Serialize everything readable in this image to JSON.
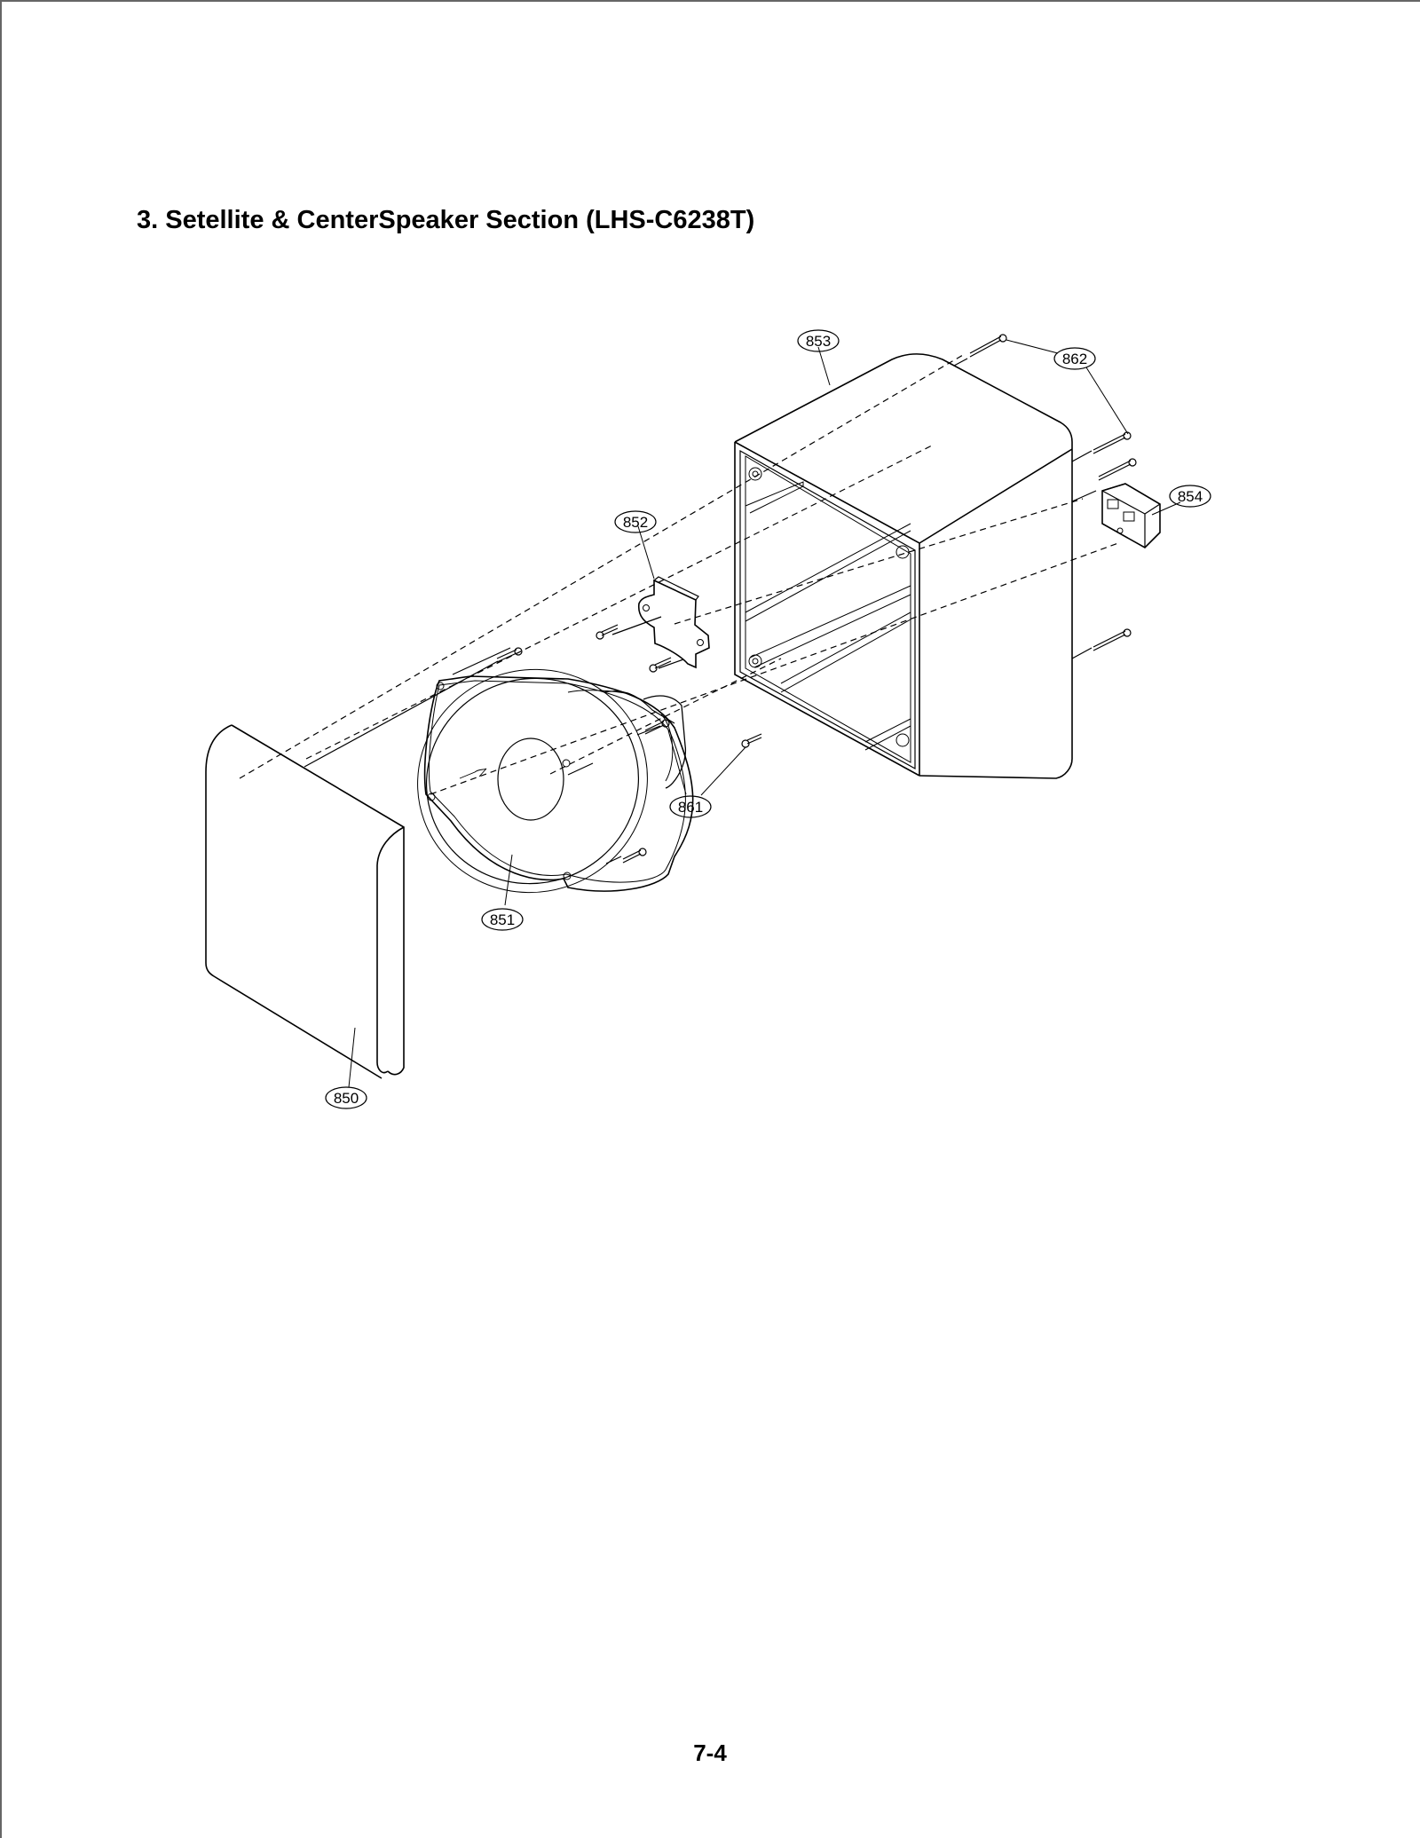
{
  "page": {
    "title": "3. Setellite & CenterSpeaker Section (LHS-C6238T)",
    "page_number": "7-4"
  },
  "diagram": {
    "type": "exploded-view",
    "parts": [
      {
        "id": "850",
        "label": "850",
        "description": "front grille"
      },
      {
        "id": "851",
        "label": "851",
        "description": "speaker driver"
      },
      {
        "id": "852",
        "label": "852",
        "description": "bracket plate"
      },
      {
        "id": "853",
        "label": "853",
        "description": "cabinet enclosure"
      },
      {
        "id": "854",
        "label": "854",
        "description": "terminal connector"
      },
      {
        "id": "861",
        "label": "861",
        "description": "screws"
      },
      {
        "id": "862",
        "label": "862",
        "description": "screws"
      }
    ],
    "colors": {
      "line": "#000000",
      "background": "#ffffff"
    }
  }
}
